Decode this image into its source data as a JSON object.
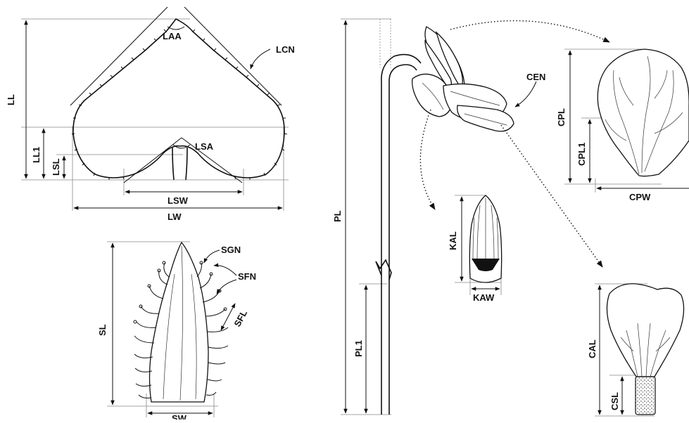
{
  "leaf": {
    "laa": "LAA",
    "lcn": "LCN",
    "ll": "LL",
    "ll1": "LL1",
    "lsl": "LSL",
    "lsa": "LSA",
    "lsw": "LSW",
    "lw": "LW"
  },
  "sepal": {
    "sgn": "SGN",
    "sfn": "SFN",
    "sl": "SL",
    "sfl": "SFL",
    "sw": "SW"
  },
  "peduncle": {
    "pl": "PL",
    "pl1": "PL1"
  },
  "flower": {
    "cen": "CEN"
  },
  "capsule": {
    "kal": "KAL",
    "kaw": "KAW"
  },
  "corolla_petal": {
    "cpl": "CPL",
    "cpl1": "CPL1",
    "cpw": "CPW"
  },
  "calyx_petal": {
    "cal": "CAL",
    "csl": "CSL"
  }
}
